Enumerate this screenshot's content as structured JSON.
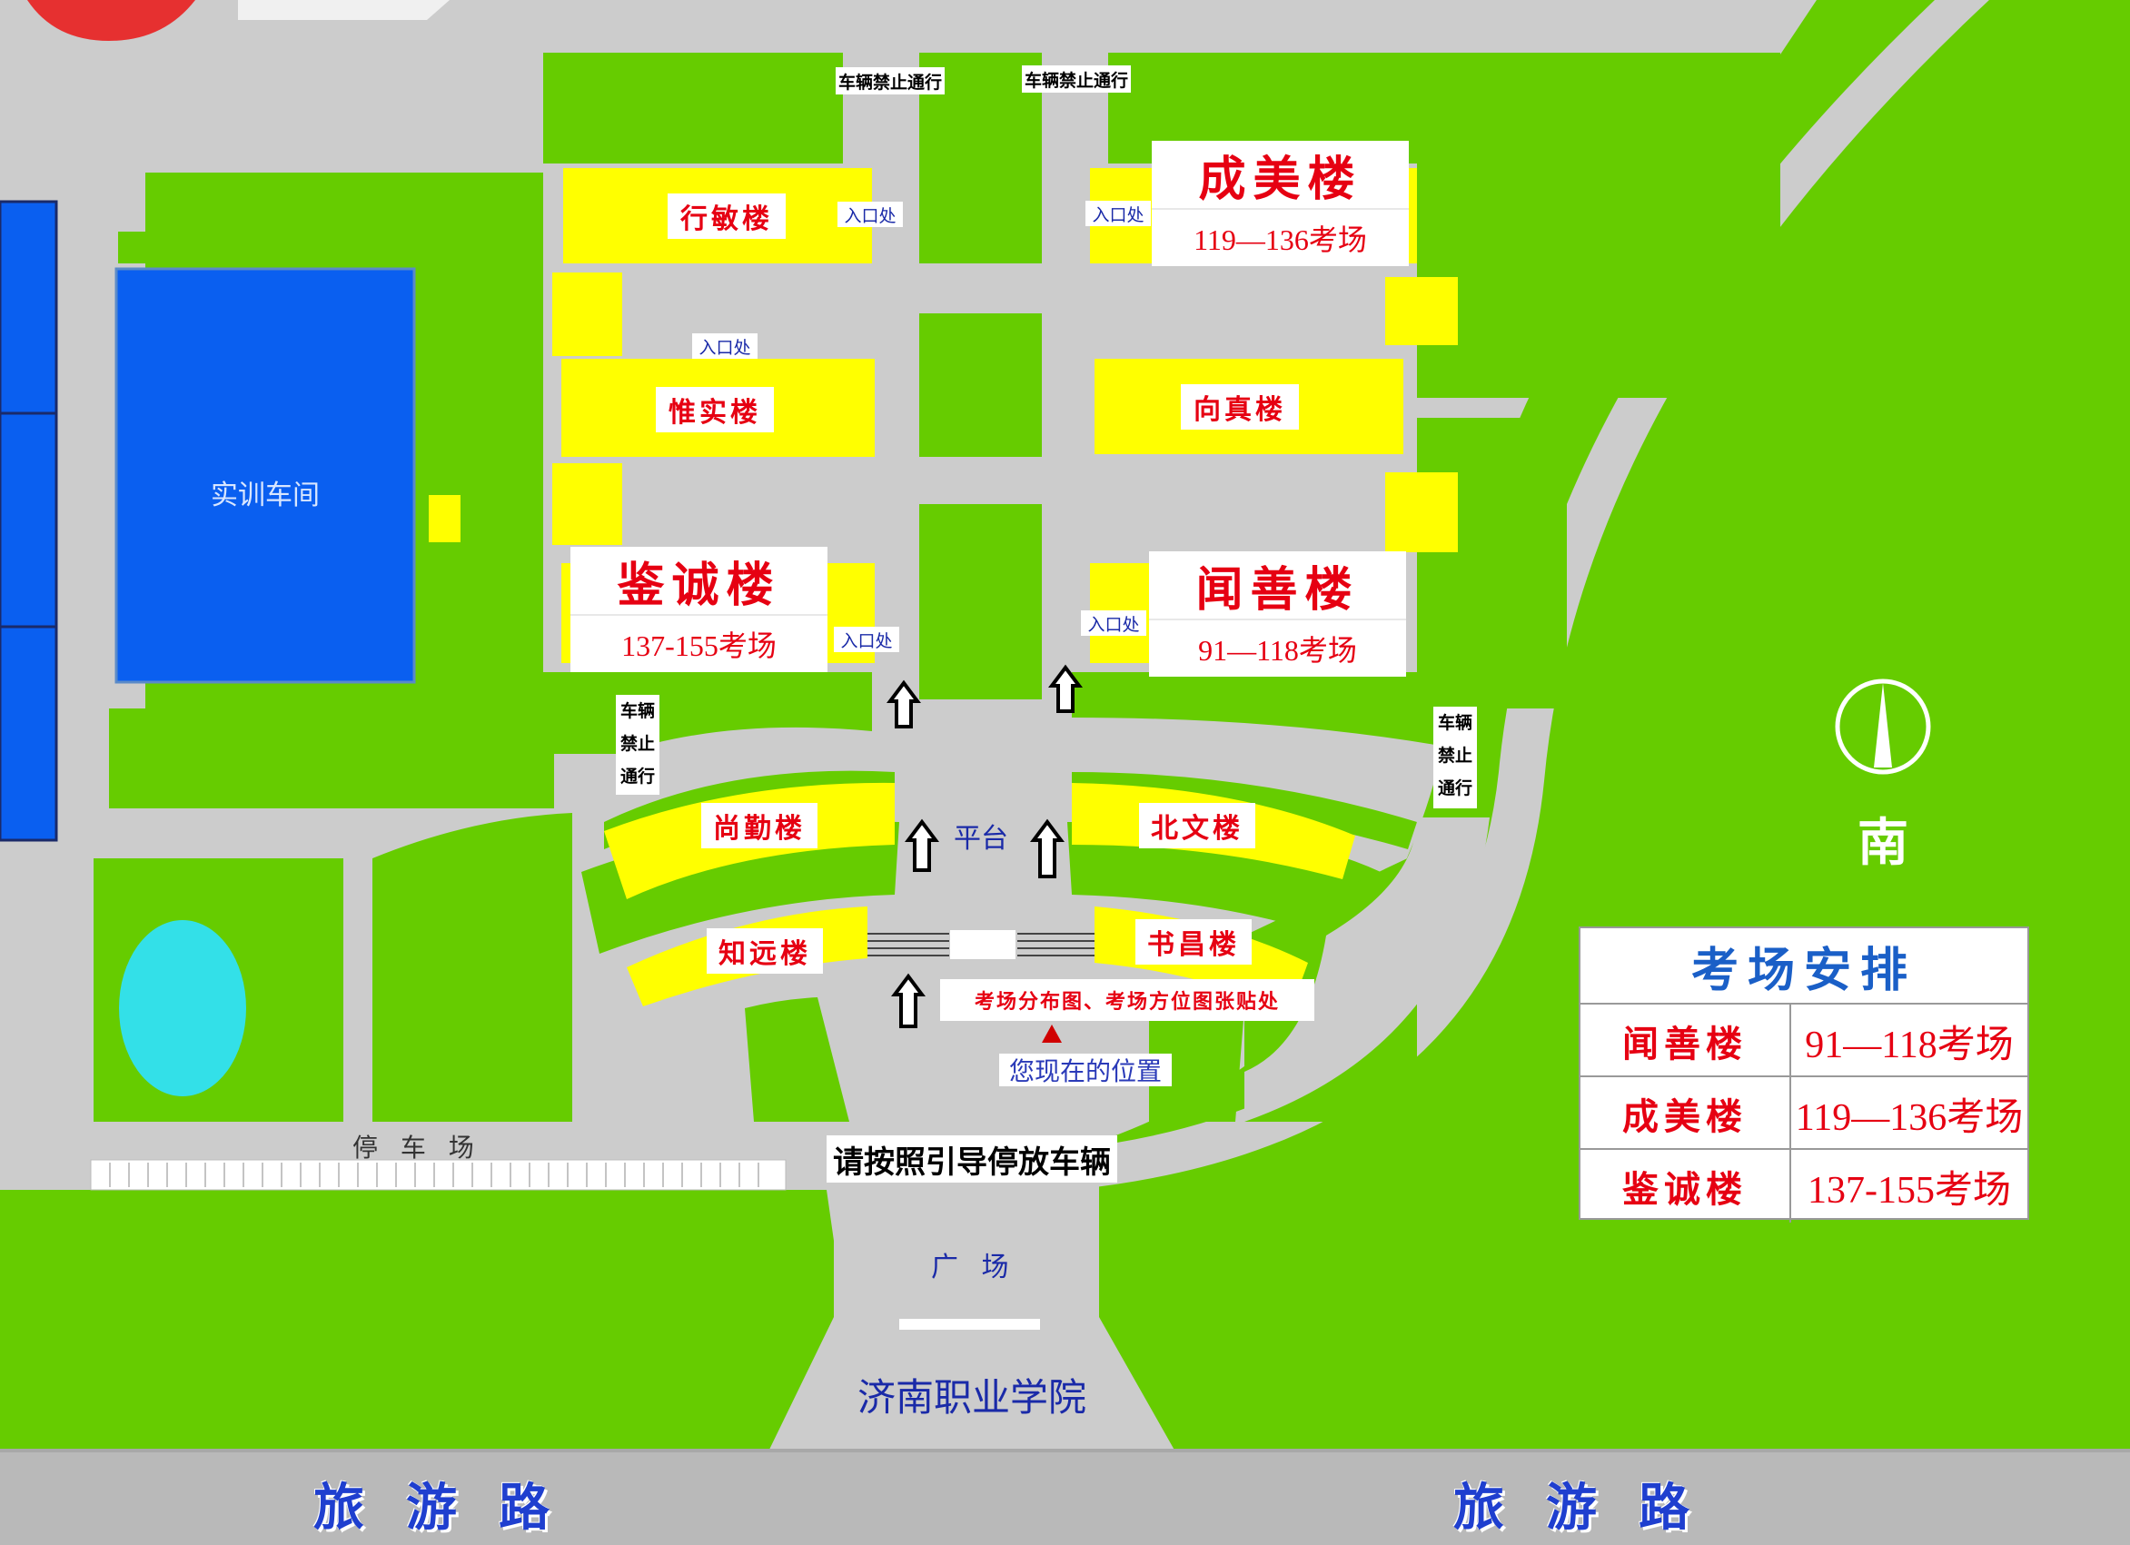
{
  "buildings": {
    "xingmin": "行敏楼",
    "weishi": "惟实楼",
    "jiancheng": {
      "name": "鉴诚楼",
      "rooms": "137-155考场"
    },
    "chengmei": {
      "name": "成美楼",
      "rooms": "119—136考场"
    },
    "xiangzhen": "向真楼",
    "wenshan": {
      "name": "闻善楼",
      "rooms": "91—118考场"
    },
    "shangqin": "尚勤楼",
    "beiwen": "北文楼",
    "zhiyuan": "知远楼",
    "shuchang": "书昌楼",
    "workshop": "实训车间"
  },
  "entrance_label": "入口处",
  "no_vehicle": "车辆禁止通行",
  "no_vehicle_v": [
    "车辆",
    "禁止",
    "通行"
  ],
  "platform": "平台",
  "notice_board": "考场分布图、考场方位图张贴处",
  "you_are_here": "您现在的位置",
  "parking": "停 车 场",
  "parking_instruction": "请按照引导停放车辆",
  "plaza": "广 场",
  "school_name": "济南职业学院",
  "road_name": "旅游路",
  "compass_label": "南",
  "legend": {
    "title": "考场安排",
    "rows": [
      {
        "building": "闻善楼",
        "rooms": "91—118考场"
      },
      {
        "building": "成美楼",
        "rooms": "119—136考场"
      },
      {
        "building": "鉴诚楼",
        "rooms": "137-155考场"
      }
    ]
  },
  "colors": {
    "grass": "#66cc00",
    "road": "#cccccc",
    "building": "#ffff00",
    "workshop": "#0a5ff0",
    "pond": "#33e0e8",
    "label_red": "#e60012",
    "road_text": "#1f3fcf"
  }
}
